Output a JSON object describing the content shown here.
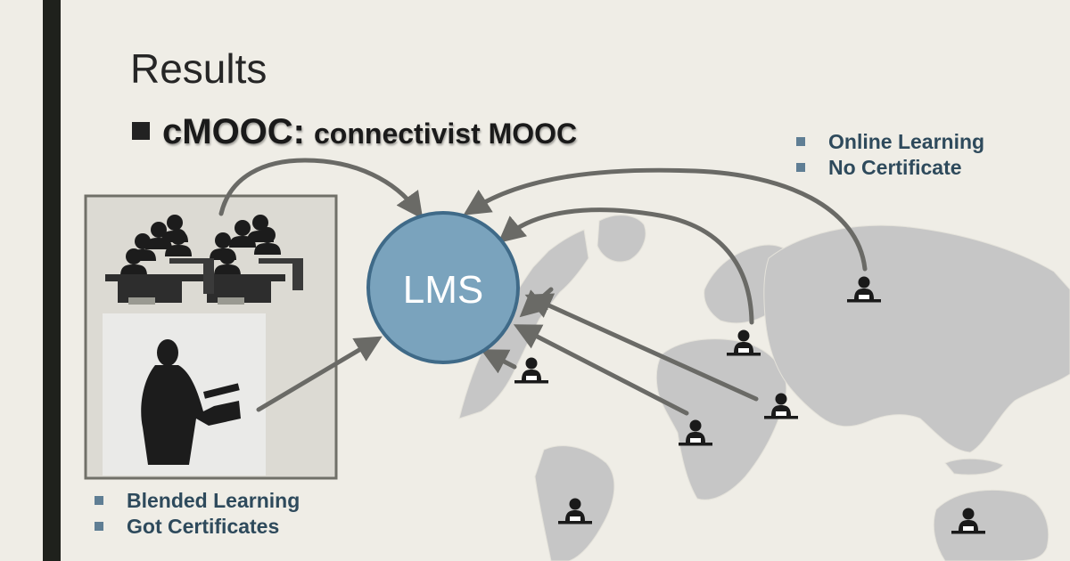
{
  "slide": {
    "title": "Results",
    "subtitle_main": "cMOOC:",
    "subtitle_detail": "connectivist MOOC"
  },
  "hub": {
    "label": "LMS"
  },
  "online_group": {
    "bullets": [
      "Online Learning",
      "No Certificate"
    ]
  },
  "classroom_group": {
    "bullets": [
      "Blended Learning",
      "Got Certificates"
    ]
  },
  "colors": {
    "hub_fill": "#7aa3bd",
    "hub_stroke": "#3f6a88",
    "arrow": "#6a6a66",
    "map": "#c6c6c6",
    "bullet_text": "#2e4a5c"
  },
  "icons": [
    "square-bullet-icon",
    "classroom-icon",
    "teacher-icon",
    "learner-icon",
    "world-map-icon",
    "arrow-icon"
  ]
}
